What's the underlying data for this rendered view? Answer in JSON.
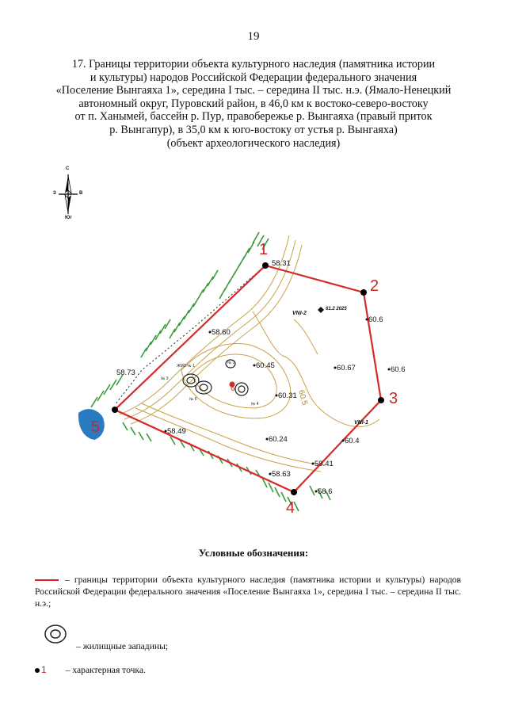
{
  "page_number": "19",
  "title_lines": [
    "17. Границы территории объекта культурного наследия (памятника истории",
    "и культуры) народов Российской Федерации федерального значения",
    "«Поселение Вынгаяха 1», середина I тыс. – середина II тыс. н.э. (Ямало-Ненецкий",
    "автономный округ, Пуровский район, в 46,0 км к востоко-северо-востоку",
    "от п. Ханымей, бассейн р. Пур, правобережье р. Вынгаяха (правый приток",
    "р. Вынгапур), в 35,0 км к юго-востоку от устья р. Вынгаяха)",
    "(объект археологического наследия)"
  ],
  "compass": {
    "north": "С",
    "south": "Юг",
    "west": "З",
    "east": "В"
  },
  "map": {
    "points": [
      {
        "label": "1"
      },
      {
        "label": "2"
      },
      {
        "label": "3"
      },
      {
        "label": "4"
      },
      {
        "label": "5"
      }
    ],
    "elevations": [
      "58.31",
      "60.6",
      "60.67",
      "60.6",
      "58.60",
      "58.73",
      "60.45",
      "60.31",
      "60.24",
      "58.49",
      "60.4",
      "59.41",
      "58.63",
      "58.6"
    ],
    "contour_label": "60.5",
    "markers": [
      "VNI-2",
      "VNI-1"
    ],
    "marker_code": "61.2 2025",
    "pit_labels": [
      "ЖМЗ № 1",
      "№ 2",
      "№ 3",
      "№ 4",
      "№ 5"
    ],
    "pit_highlight": "6",
    "colors": {
      "boundary": "#d42a2a",
      "contour": "#c9a24a",
      "vegetation": "#3a9a3a",
      "water": "#2a7ac0"
    }
  },
  "legend": {
    "title": "Условные обозначения:",
    "boundary_text": "– границы территории объекта культурного наследия (памятника истории и культуры) народов Российской Федерации федерального значения «Поселение Вынгаяха 1», середина I тыс. – середина II тыс. н.э.;",
    "pits_text": "– жилищные западины;",
    "point_sample": "1",
    "point_text": "– характерная точка."
  }
}
